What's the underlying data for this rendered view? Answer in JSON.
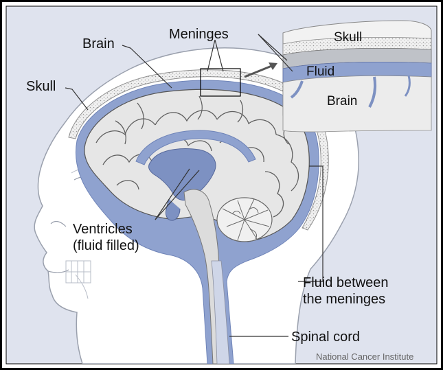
{
  "labels": {
    "brain": "Brain",
    "meninges": "Meninges",
    "skull": "Skull",
    "ventricles_line1": "Ventricles",
    "ventricles_line2": "(fluid filled)",
    "fluid_between_line1": "Fluid between",
    "fluid_between_line2": "the meninges",
    "spinal_cord": "Spinal cord",
    "inset_skull": "Skull",
    "inset_fluid": "Fluid",
    "inset_brain": "Brain"
  },
  "credit": "National Cancer Institute",
  "colors": {
    "background": "#dfe3ee",
    "head": "#ffffff",
    "outline": "#9aa0ad",
    "fluid_blue": "#8fa2cf",
    "brain_gray": "#e6e6e6",
    "brain_fold": "#5f5f5f",
    "label_text": "#111111"
  }
}
